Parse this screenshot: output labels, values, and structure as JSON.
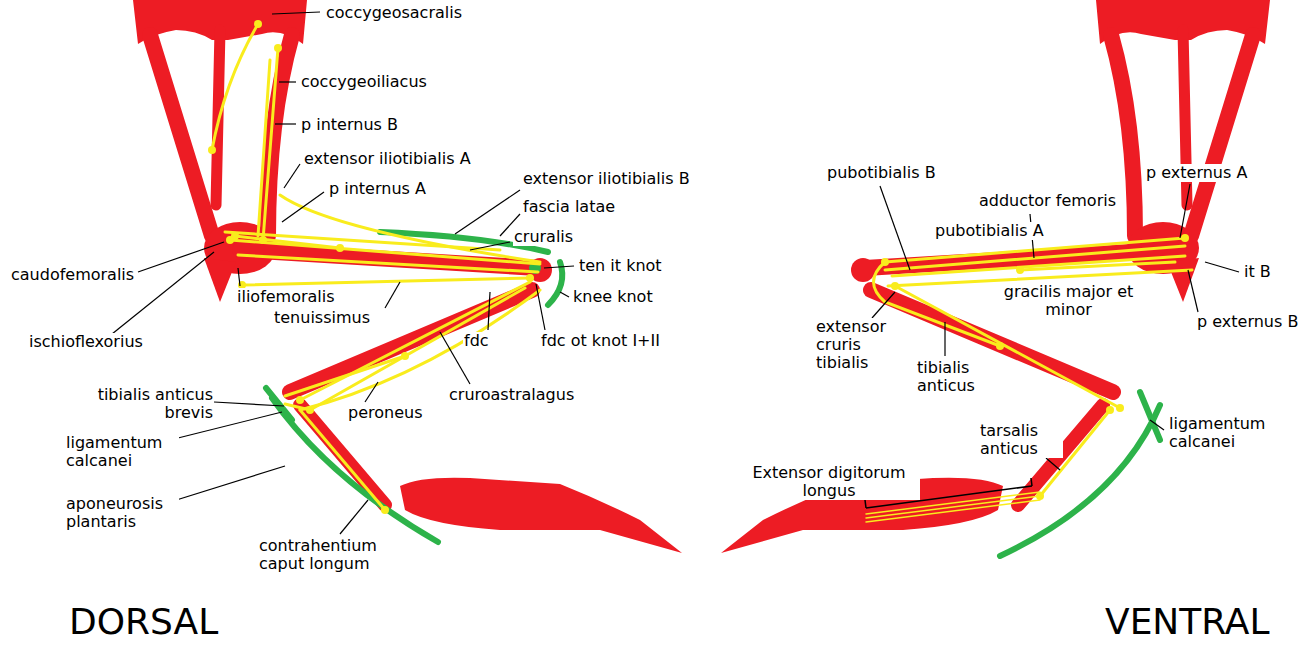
{
  "diagram": {
    "labels": [
      "coccygeosacralis",
      "coccygeoiliacus",
      "p internus B",
      "extensor iliotibialis A",
      "p internus A",
      "extensor iliotibialis B",
      "fascia latae",
      "cruralis",
      "caudofemoralis",
      "ten it knot",
      "knee knot",
      "iliofemoralis",
      "tenuissimus",
      "ischioflexorius",
      "fdc ot knot I+II",
      "fdc",
      "cruroastralagus",
      "tibialis anticus brevis",
      "peroneus",
      "ligamentum calcanei",
      "aponeurosis plantaris",
      "contrahentium caput longum",
      "pubotibialis B",
      "p externus A",
      "adductor femoris",
      "pubotibialis A",
      "it B",
      "extensor cruris tibialis",
      "gracilis major et minor",
      "p externus B",
      "tibialis anticus",
      "ligamentum calcanei",
      "tarsalis anticus",
      "Extensor digitorum longus",
      "DORSAL",
      "VENTRAL"
    ]
  }
}
